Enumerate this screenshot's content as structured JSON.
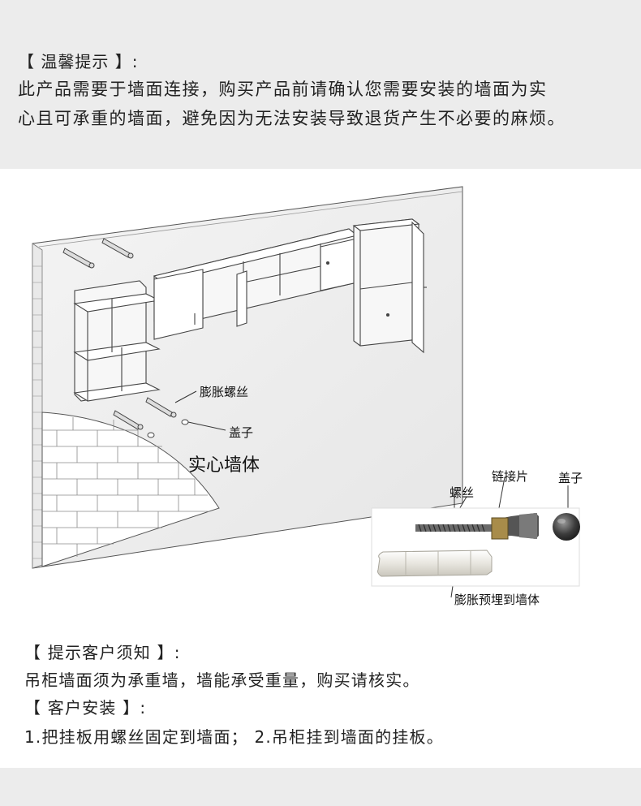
{
  "notice": {
    "title": "【 温馨提示 】:",
    "line1": "此产品需要于墙面连接，购买产品前请确认您需要安装的墙面为实",
    "line2": "心且可承重的墙面，避免因为无法安装导致退货产生不必要的麻烦。"
  },
  "diagram": {
    "expansion_screw_label": "膨胀螺丝",
    "cap_label": "盖子",
    "solid_wall_label": "实心墙体",
    "link_plate_label": "链接片",
    "cap_label_right": "盖子",
    "screw_label": "螺丝",
    "anchor_label": "膨胀预埋到墙体"
  },
  "tips": {
    "heading": "【 提示客户须知 】:",
    "text": "吊柜墙面须为承重墙，墙能承受重量，购买请核实。",
    "install_heading": "【 客户安装 】:",
    "install_steps": "1.把挂板用螺丝固定到墙面；   2.吊柜挂到墙面的挂板。"
  }
}
